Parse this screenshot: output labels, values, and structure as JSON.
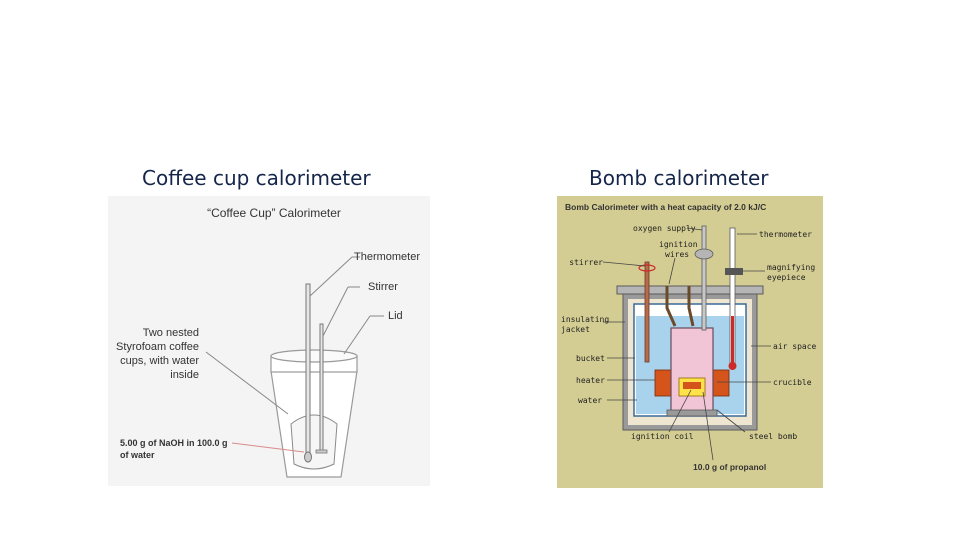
{
  "slide": {
    "left_heading": "Coffee cup calorimeter",
    "right_heading": "Bomb calorimeter"
  },
  "coffee": {
    "title": "“Coffee Cup” Calorimeter",
    "thermometer": "Thermometer",
    "stirrer": "Stirrer",
    "lid": "Lid",
    "cups_line1": "Two nested",
    "cups_line2": "Styrofoam coffee",
    "cups_line3": "cups, with water",
    "cups_line4": "inside",
    "naoh_line1": "5.00 g of NaOH in 100.0 g",
    "naoh_line2": "of water"
  },
  "bomb": {
    "title": "Bomb Calorimeter with a heat capacity of 2.0 kJ/C",
    "oxygen_supply": "oxygen supply",
    "ignition_line1": "ignition",
    "ignition_line2": "wires",
    "stirrer": "stirrer",
    "thermometer": "thermometer",
    "magnifying_line1": "magnifying",
    "magnifying_line2": "eyepiece",
    "insulating_line1": "insulating",
    "insulating_line2": "jacket",
    "air_space": "air space",
    "bucket": "bucket",
    "heater": "heater",
    "crucible": "crucible",
    "water": "water",
    "ignition_coil": "ignition coil",
    "steel_bomb": "steel bomb",
    "propanol": "10.0 g of propanol"
  },
  "colors": {
    "heading": "#15264a",
    "bomb_background": "#d4cd93",
    "water": "#a9d3ec",
    "bomb_body": "#f2c5d6",
    "heater": "#d4541c"
  }
}
